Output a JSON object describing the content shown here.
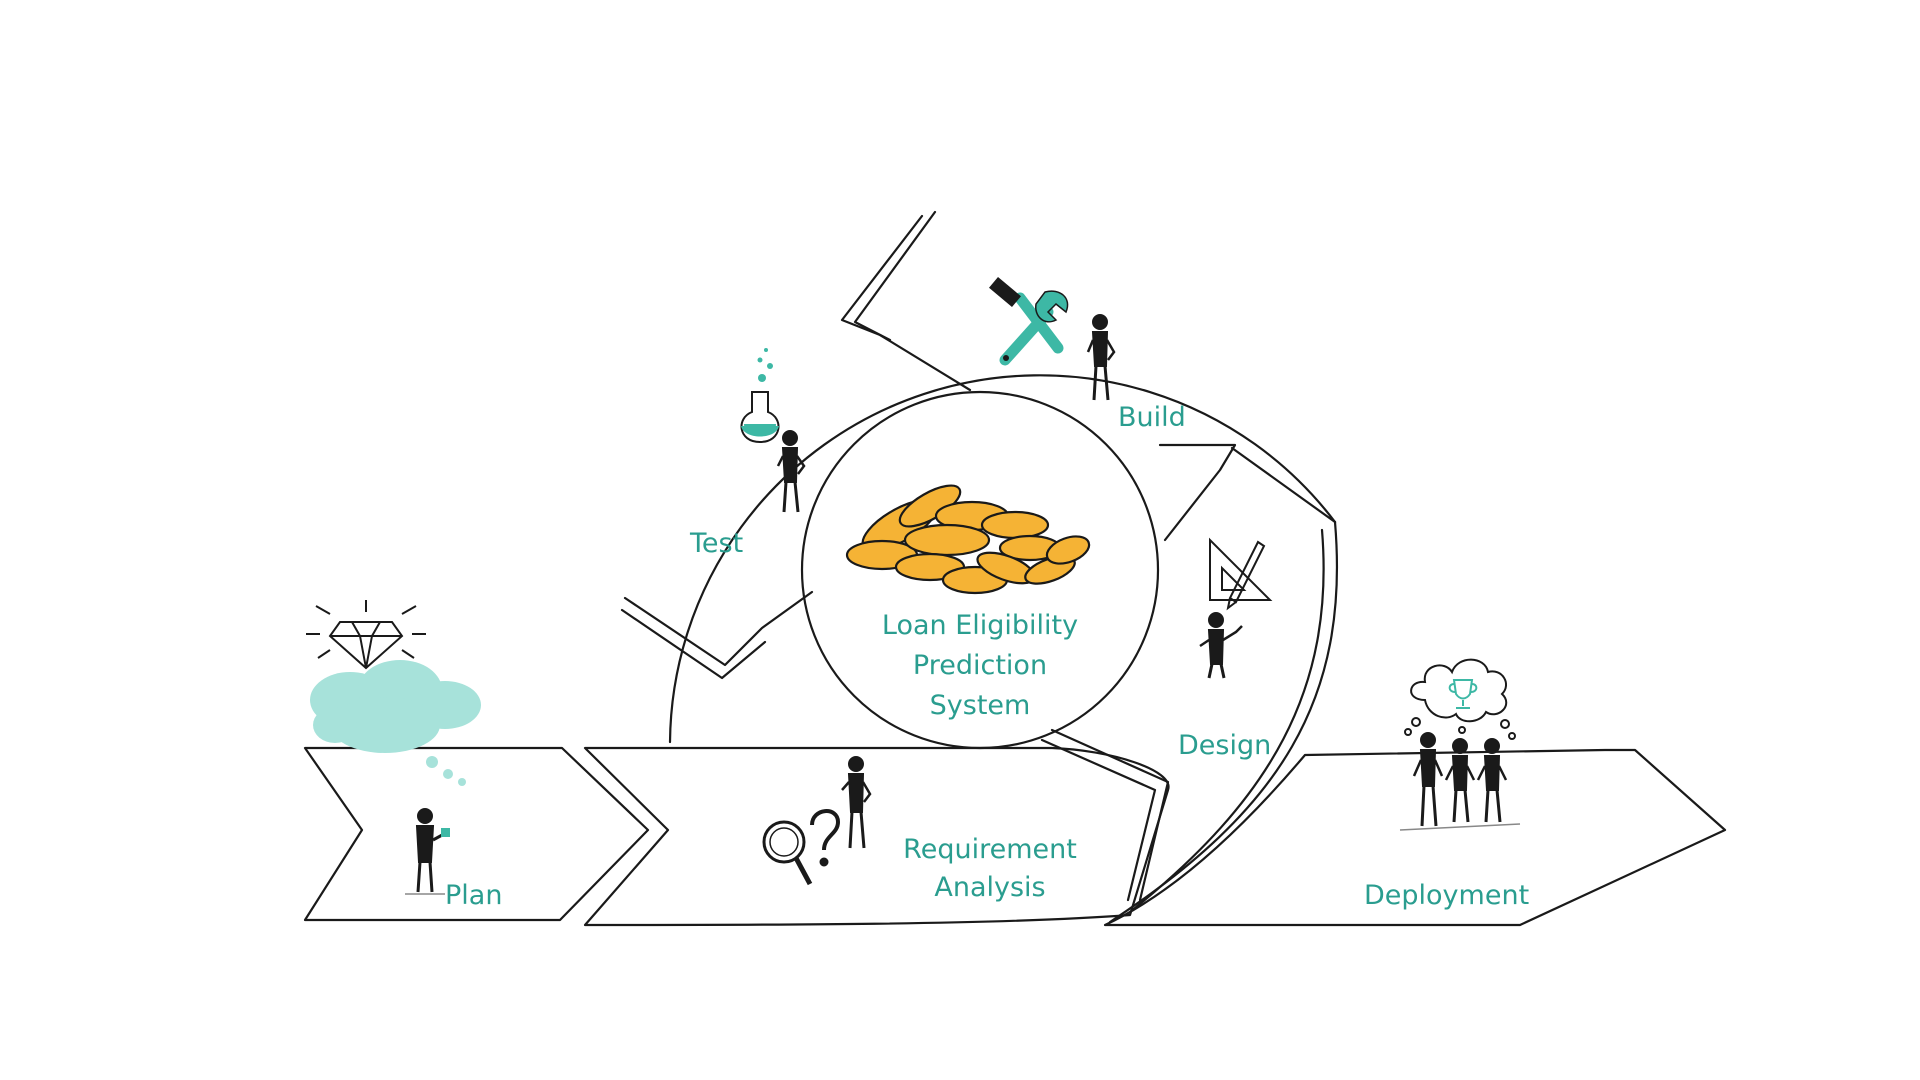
{
  "diagram": {
    "center_title_lines": [
      "Loan Eligibility",
      "Prediction",
      "System"
    ],
    "stages": {
      "plan": "Plan",
      "requirement_line1": "Requirement",
      "requirement_line2": "Analysis",
      "design": "Design",
      "build": "Build",
      "test": "Test",
      "deployment": "Deployment"
    }
  },
  "colors": {
    "accent_text": "#2a9d8f",
    "teal_fill": "#3db8a5",
    "cloud_fill": "#a7e2da",
    "coin_fill": "#f5b335",
    "outline": "#1a1a1a"
  },
  "icons": [
    "diamond-icon",
    "thought-cloud-icon",
    "person-icon",
    "magnifier-icon",
    "question-mark-icon",
    "set-square-pencil-icon",
    "tools-icon",
    "flask-icon",
    "coins-icon",
    "trophy-icon"
  ]
}
